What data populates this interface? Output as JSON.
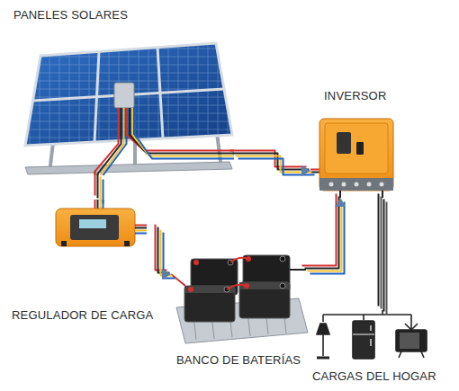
{
  "diagram": {
    "nodes": [
      {
        "text": [
          "PANELES SOLARES"
        ]
      },
      {
        "text": [
          "INVERSOR"
        ]
      },
      {
        "text": [
          "REGULADOR DE CARGA"
        ]
      },
      {
        "text": [
          "BANCO DE BATERÍAS"
        ]
      },
      {
        "text": [
          "CARGAS DEL HOGAR"
        ]
      }
    ],
    "edges": [
      {
        "from": 0,
        "to": 1,
        "arrow": "to"
      },
      {
        "from": 0,
        "to": 2,
        "arrow": "none"
      },
      {
        "from": 2,
        "to": 3,
        "arrow": "to"
      },
      {
        "from": 3,
        "to": 1,
        "arrow": "to"
      },
      {
        "from": 1,
        "to": 4,
        "arrow": "none"
      }
    ]
  }
}
